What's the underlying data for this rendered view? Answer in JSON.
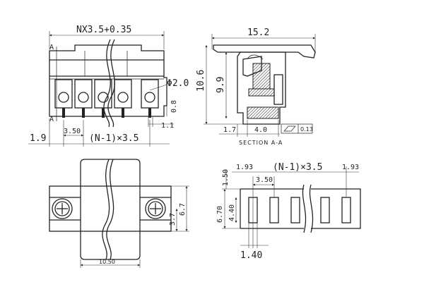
{
  "front_view": {
    "dim_total_width": "NX3.5+0.35",
    "dim_hole": "Φ2.0",
    "dim_pin_offset": "0.8",
    "dim_pin_width": "1.1",
    "dim_left_offset": "1.9",
    "dim_pitch": "3.50",
    "dim_pitch_count": "(N-1)×3.5",
    "section_mark_top": "A",
    "section_mark_bottom": "A"
  },
  "side_view": {
    "dim_depth": "15.2",
    "dim_height_total": "10.6",
    "dim_height_body": "9.9",
    "dim_bottom_left": "1.7",
    "dim_bottom_width": "4.0",
    "flatness": "0.13",
    "section_label": "SECTION A-A"
  },
  "bottom_view": {
    "dim_width": "10.50",
    "dim_height": "6.7",
    "dim_inner": "3.7"
  },
  "pcb_layout": {
    "dim_edge_left": "1.93",
    "dim_edge_right": "1.93",
    "dim_pitch_count": "(N-1)×3.5",
    "dim_pitch": "3.50",
    "dim_top": "1.50",
    "dim_height": "6.70",
    "dim_slot_height": "4.40",
    "dim_slot_width": "1.40"
  }
}
